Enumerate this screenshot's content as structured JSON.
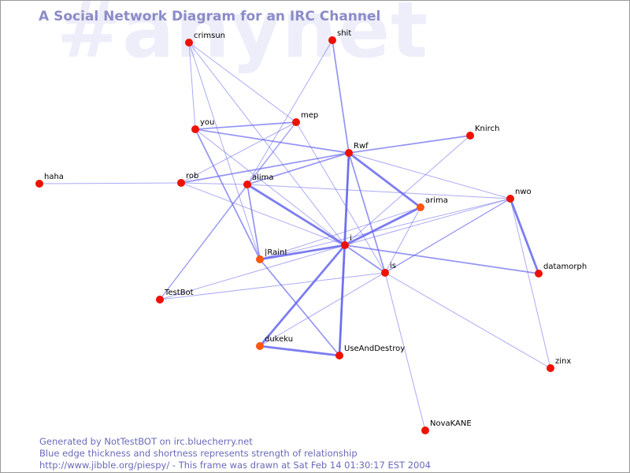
{
  "watermark": "#anynet",
  "title": "A Social Network Diagram for an IRC Channel",
  "footer": {
    "line1": "Generated by NotTestBOT on irc.bluecherry.net",
    "line2": "Blue edge thickness and shortness represents strength of relationship",
    "line3": "http://www.jibble.org/piespy/ - This frame was drawn at Sat Feb 14 01:30:17 EST 2004"
  },
  "colors": {
    "edge": "#6666ee",
    "node": "#ee1100",
    "node_highlight": "#ff5511",
    "title": "#8c8cc8",
    "footer": "#6a6ab8",
    "watermark": "#eeeefb"
  },
  "nodes": [
    {
      "id": "crimsun",
      "label": "crimsun"
    },
    {
      "id": "shit",
      "label": "shit"
    },
    {
      "id": "you",
      "label": "you"
    },
    {
      "id": "mep",
      "label": "mep"
    },
    {
      "id": "Knirch",
      "label": "Knirch"
    },
    {
      "id": "Rwf",
      "label": "Rwf"
    },
    {
      "id": "haha",
      "label": "haha"
    },
    {
      "id": "rob",
      "label": "rob"
    },
    {
      "id": "alima",
      "label": "alima"
    },
    {
      "id": "nwo",
      "label": "nwo"
    },
    {
      "id": "arima",
      "label": "arima",
      "highlight": true
    },
    {
      "id": "i",
      "label": "i"
    },
    {
      "id": "IRainI",
      "label": "|RainI",
      "highlight": true
    },
    {
      "id": "is",
      "label": "is"
    },
    {
      "id": "datamorph",
      "label": "datamorph"
    },
    {
      "id": "TestBot",
      "label": "TestBot"
    },
    {
      "id": "dukeku",
      "label": "dukeku",
      "highlight": true
    },
    {
      "id": "UseAndDestroy",
      "label": "UseAndDestroy"
    },
    {
      "id": "zinx",
      "label": "zinx"
    },
    {
      "id": "NovaKANE",
      "label": "NovaKANE"
    }
  ],
  "edges": [
    {
      "source": "haha",
      "target": "rob",
      "weight": 1
    },
    {
      "source": "crimsun",
      "target": "you",
      "weight": 1
    },
    {
      "source": "crimsun",
      "target": "i",
      "weight": 1
    },
    {
      "source": "crimsun",
      "target": "IRainI",
      "weight": 1
    },
    {
      "source": "crimsun",
      "target": "mep",
      "weight": 1
    },
    {
      "source": "shit",
      "target": "Rwf",
      "weight": 2
    },
    {
      "source": "shit",
      "target": "alima",
      "weight": 1
    },
    {
      "source": "you",
      "target": "mep",
      "weight": 2
    },
    {
      "source": "you",
      "target": "Rwf",
      "weight": 2
    },
    {
      "source": "you",
      "target": "i",
      "weight": 1
    },
    {
      "source": "you",
      "target": "IRainI",
      "weight": 2
    },
    {
      "source": "mep",
      "target": "alima",
      "weight": 1
    },
    {
      "source": "mep",
      "target": "rob",
      "weight": 1
    },
    {
      "source": "mep",
      "target": "is",
      "weight": 1
    },
    {
      "source": "mep",
      "target": "TestBot",
      "weight": 1
    },
    {
      "source": "Rwf",
      "target": "Knirch",
      "weight": 2
    },
    {
      "source": "Rwf",
      "target": "rob",
      "weight": 2
    },
    {
      "source": "Rwf",
      "target": "alima",
      "weight": 2
    },
    {
      "source": "Rwf",
      "target": "arima",
      "weight": 3
    },
    {
      "source": "Rwf",
      "target": "UseAndDestroy",
      "weight": 3
    },
    {
      "source": "Rwf",
      "target": "is",
      "weight": 2
    },
    {
      "source": "Rwf",
      "target": "nwo",
      "weight": 1
    },
    {
      "source": "Rwf",
      "target": "i",
      "weight": 2
    },
    {
      "source": "Knirch",
      "target": "i",
      "weight": 1
    },
    {
      "source": "rob",
      "target": "i",
      "weight": 1
    },
    {
      "source": "rob",
      "target": "alima",
      "weight": 1
    },
    {
      "source": "alima",
      "target": "i",
      "weight": 3
    },
    {
      "source": "alima",
      "target": "IRainI",
      "weight": 2
    },
    {
      "source": "alima",
      "target": "TestBot",
      "weight": 1
    },
    {
      "source": "alima",
      "target": "nwo",
      "weight": 1
    },
    {
      "source": "i",
      "target": "IRainI",
      "weight": 3
    },
    {
      "source": "i",
      "target": "arima",
      "weight": 3
    },
    {
      "source": "i",
      "target": "dukeku",
      "weight": 3
    },
    {
      "source": "i",
      "target": "UseAndDestroy",
      "weight": 2
    },
    {
      "source": "i",
      "target": "datamorph",
      "weight": 2
    },
    {
      "source": "i",
      "target": "is",
      "weight": 2
    },
    {
      "source": "i",
      "target": "nwo",
      "weight": 1
    },
    {
      "source": "i",
      "target": "TestBot",
      "weight": 1
    },
    {
      "source": "IRainI",
      "target": "UseAndDestroy",
      "weight": 2
    },
    {
      "source": "IRainI",
      "target": "arima",
      "weight": 1
    },
    {
      "source": "IRainI",
      "target": "nwo",
      "weight": 1
    },
    {
      "source": "dukeku",
      "target": "UseAndDestroy",
      "weight": 3
    },
    {
      "source": "dukeku",
      "target": "nwo",
      "weight": 1
    },
    {
      "source": "arima",
      "target": "is",
      "weight": 1
    },
    {
      "source": "nwo",
      "target": "datamorph",
      "weight": 3
    },
    {
      "source": "nwo",
      "target": "is",
      "weight": 1
    },
    {
      "source": "nwo",
      "target": "zinx",
      "weight": 1
    },
    {
      "source": "is",
      "target": "zinx",
      "weight": 1
    },
    {
      "source": "is",
      "target": "NovaKANE",
      "weight": 1
    },
    {
      "source": "is",
      "target": "TestBot",
      "weight": 1
    }
  ]
}
